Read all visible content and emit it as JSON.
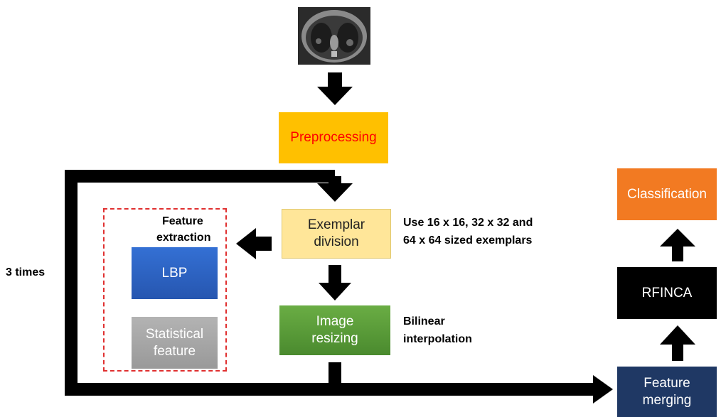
{
  "nodes": {
    "preprocessing": {
      "label": "Preprocessing",
      "bg": "#ffc000",
      "fg": "#ff0000"
    },
    "exemplar_division": {
      "lines": [
        "Exemplar",
        "division"
      ],
      "bg": "#ffe699",
      "fg": "#222222"
    },
    "image_resizing": {
      "lines": [
        "Image",
        "resizing"
      ],
      "bg": "#5a9e3a",
      "fg": "#ffffff"
    },
    "lbp": {
      "label": "LBP",
      "bg": "#2e62c4",
      "fg": "#ffffff"
    },
    "statistical_feature": {
      "lines": [
        "Statistical",
        "feature"
      ],
      "bg": "#a6a6a6",
      "fg": "#ffffff"
    },
    "classification": {
      "label": "Classification",
      "bg": "#f27a22",
      "fg": "#ffffff"
    },
    "rfinca": {
      "label": "RFINCA",
      "bg": "#000000",
      "fg": "#ffffff"
    },
    "feature_merging": {
      "lines": [
        "Feature",
        "merging"
      ],
      "bg": "#1f3864",
      "fg": "#ffffff"
    }
  },
  "group": {
    "lines": [
      "Feature",
      "extraction"
    ],
    "border_color": "#e03030"
  },
  "annotations": {
    "exemplar_sizes": [
      "Use 16 x 16, 32 x 32 and",
      "64 x 64 sized exemplars"
    ],
    "resize_method": [
      "Bilinear",
      "interpolation"
    ],
    "loop_count": "3 times"
  },
  "input_image": {
    "icon": "lung-ct-scan-image"
  },
  "colors": {
    "arrow": "#000000"
  }
}
